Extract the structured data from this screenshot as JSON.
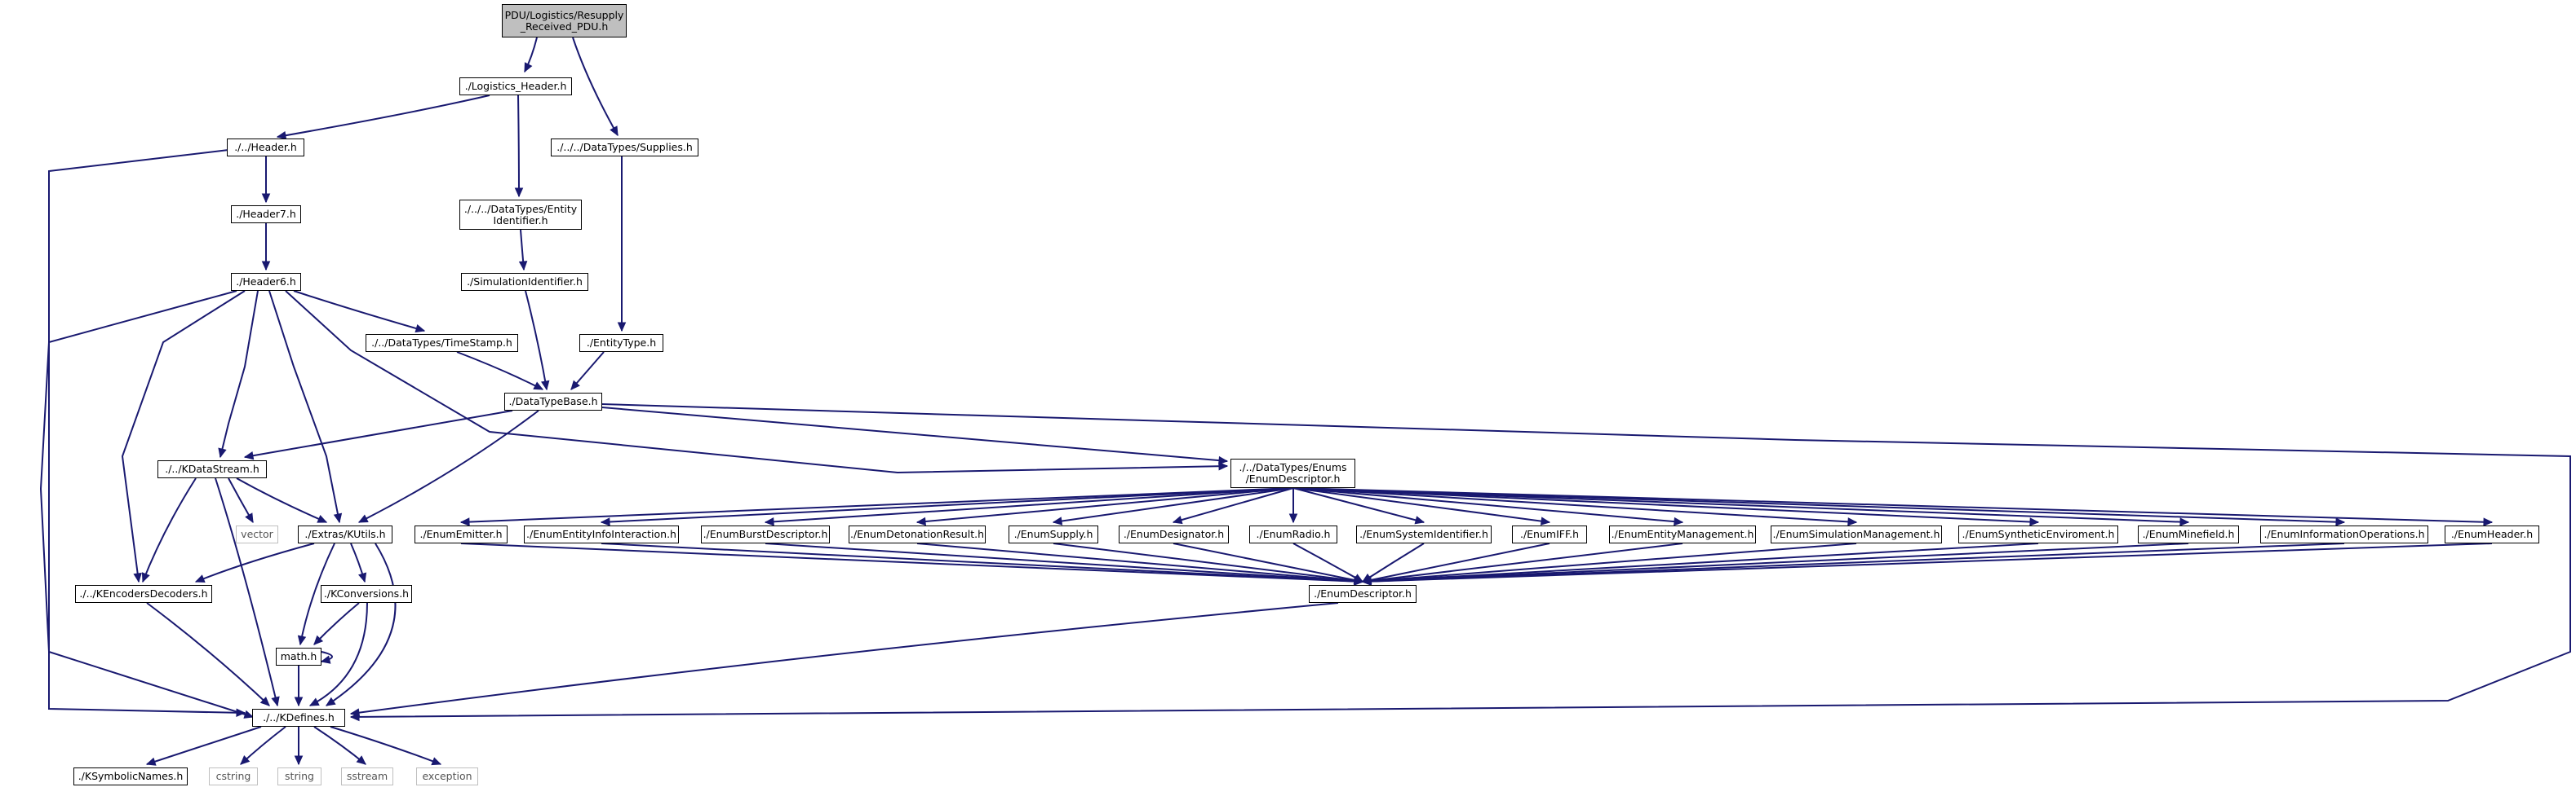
{
  "colors": {
    "edge": "#191970",
    "node_border": "#000000",
    "root_fill": "#bfbfbf",
    "system_border": "#bfbfbf"
  },
  "nodes": {
    "root": "PDU/Logistics/Resupply\n_Received_PDU.h",
    "logistics_header": "./Logistics_Header.h",
    "header": "./../Header.h",
    "supplies": "./../../DataTypes/Supplies.h",
    "header7": "./Header7.h",
    "entity_identifier": "./../../DataTypes/Entity\nIdentifier.h",
    "header6": "./Header6.h",
    "simulation_identifier": "./SimulationIdentifier.h",
    "timestamp": "./../DataTypes/TimeStamp.h",
    "entity_type": "./EntityType.h",
    "datatypebase": "./DataTypeBase.h",
    "kdatastream": "./../KDataStream.h",
    "disenums": "./../DataTypes/Enums\n/EnumDescriptor.h",
    "vector": "vector",
    "kutils": "./Extras/KUtils.h",
    "enum_emitter": "./EnumEmitter.h",
    "enum_entity_info": "./EnumEntityInfoInteraction.h",
    "enum_burst": "./EnumBurstDescriptor.h",
    "enum_detonation": "./EnumDetonationResult.h",
    "enum_supply": "./EnumSupply.h",
    "enum_designator": "./EnumDesignator.h",
    "enum_radio": "./EnumRadio.h",
    "enum_system_id": "./EnumSystemIdentifier.h",
    "enum_iff": "./EnumIFF.h",
    "enum_entity_mgmt": "./EnumEntityManagement.h",
    "enum_sim_mgmt": "./EnumSimulationManagement.h",
    "enum_synthetic": "./EnumSyntheticEnviroment.h",
    "enum_minefield": "./EnumMinefield.h",
    "enum_info_ops": "./EnumInformationOperations.h",
    "enum_header": "./EnumHeader.h",
    "kencoders": "./../KEncodersDecoders.h",
    "kconversions": "./KConversions.h",
    "enum_descriptor": "./EnumDescriptor.h",
    "math": "math.h",
    "kdefines": "./../KDefines.h",
    "ksymbolic": "./KSymbolicNames.h",
    "cstring": "cstring",
    "string": "string",
    "sstream": "sstream",
    "exception": "exception"
  }
}
